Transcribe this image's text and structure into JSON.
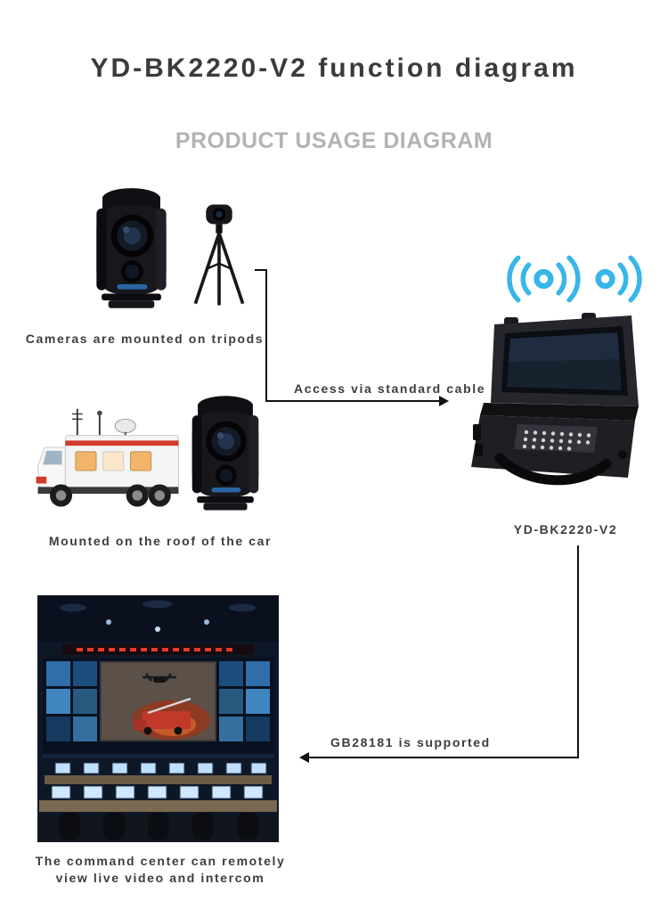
{
  "page": {
    "title": "YD-BK2220-V2 function diagram",
    "subtitle": "PRODUCT USAGE DIAGRAM"
  },
  "captions": {
    "tripods": "Cameras are mounted on tripods",
    "car_roof": "Mounted on the roof of the car",
    "device_model": "YD-BK2220-V2",
    "command_center_line1": "The command center can remotely",
    "command_center_line2": "view live video and intercom"
  },
  "connections": {
    "cable": "Access via standard cable",
    "gb28181": "GB28181 is supported"
  },
  "icons": {
    "wifi_signal": "wifi-signal-icon",
    "ptz_camera": "ptz-camera-illustration",
    "tripod_camera": "tripod-camera-illustration",
    "truck": "truck-illustration",
    "case_device": "case-device-illustration",
    "command_center": "command-center-illustration"
  },
  "colors": {
    "title_text": "#3b3b3b",
    "subtitle_text": "#b3b3b3",
    "caption_text": "#3d3d3d",
    "wifi_blue": "#38b6ea",
    "arrow": "#111111",
    "background": "#ffffff"
  }
}
